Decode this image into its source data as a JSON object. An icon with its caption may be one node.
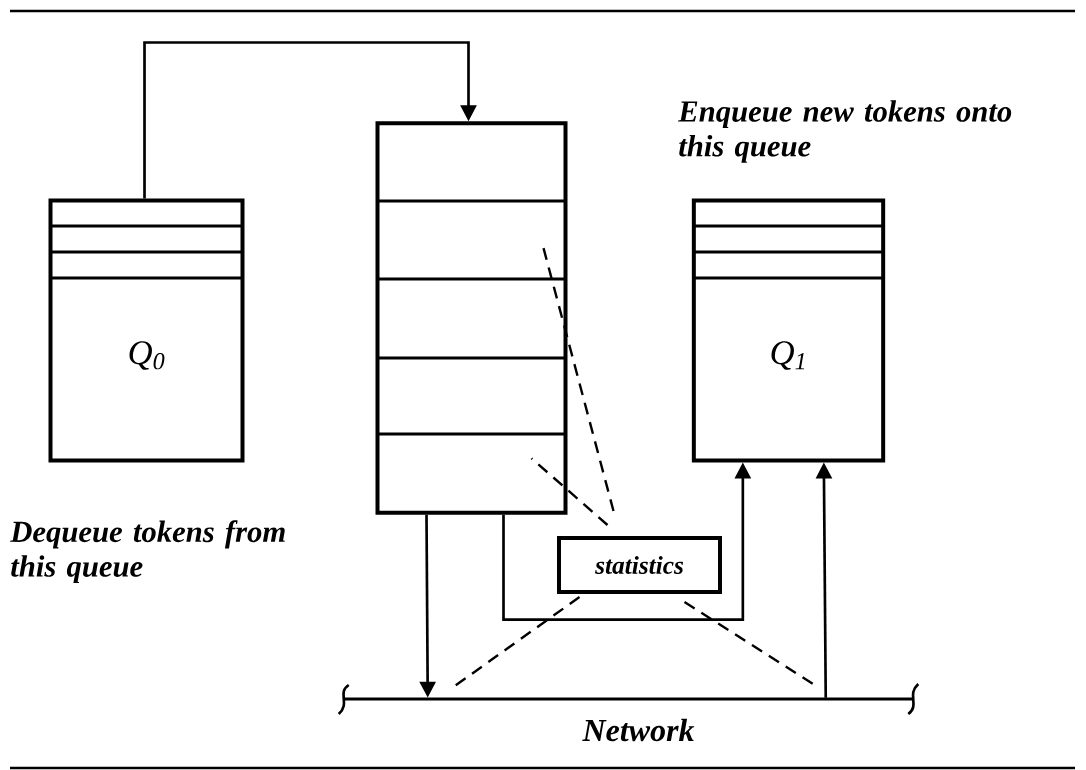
{
  "diagram": {
    "nodes": [
      {
        "text": [
          "Q$_{0}$"
        ],
        "beside": [
          "Dequeue tokens from this queue"
        ]
      },
      {
        "text": [],
        "shape": "box"
      },
      {
        "text": [
          "Q$_{1}$"
        ],
        "beside": [
          "Enqueue new tokens onto this queue"
        ]
      },
      {
        "text": [
          "statistics"
        ]
      },
      {
        "text": [
          "Network"
        ]
      }
    ],
    "edges": [
      {
        "from": 0,
        "to": 1,
        "arrow": "to"
      },
      {
        "from": 1,
        "to": 4,
        "arrow": "to"
      },
      {
        "from": 1,
        "to": 2,
        "arrow": "to"
      },
      {
        "from": 4,
        "to": 2,
        "arrow": "to"
      },
      {
        "from": 3,
        "to": 1,
        "arrow": "none",
        "style": "dashed"
      },
      {
        "from": 3,
        "to": 1,
        "arrow": "none",
        "style": "dashed"
      },
      {
        "from": 3,
        "to": 4,
        "arrow": "none",
        "style": "dashed"
      },
      {
        "from": 3,
        "to": 4,
        "arrow": "none",
        "style": "dashed"
      }
    ]
  }
}
